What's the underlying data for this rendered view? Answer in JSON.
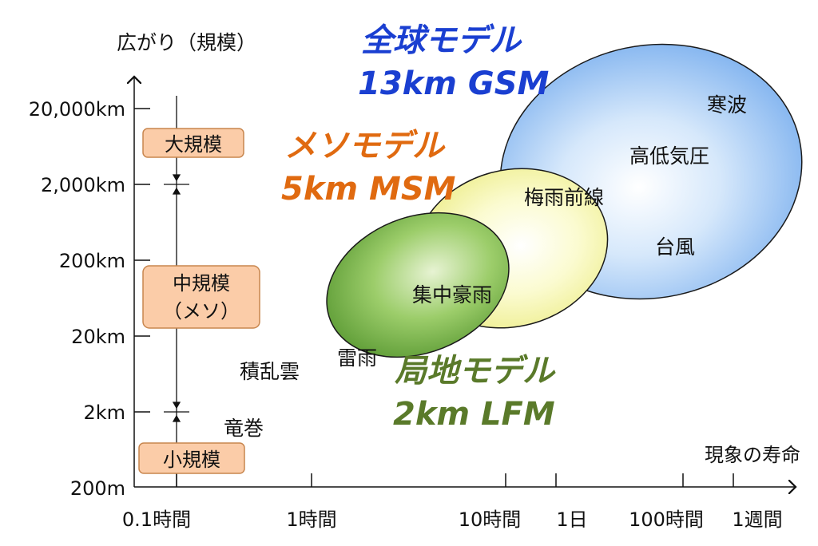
{
  "axes": {
    "y_label": "広がり（規模）",
    "x_label": "現象の寿命",
    "y_ticks": [
      "20,000km",
      "2,000km",
      "200km",
      "20km",
      "2km",
      "200m"
    ],
    "x_ticks": [
      "0.1時間",
      "1時間",
      "10時間",
      "1日",
      "100時間",
      "1週間"
    ]
  },
  "scale_boxes": {
    "large": "大規模",
    "meso_line1": "中規模",
    "meso_line2": "（メソ）",
    "small": "小規模"
  },
  "models": {
    "gsm": {
      "name": "全球モデル",
      "spec": "13km GSM",
      "color": "#1a3fd1"
    },
    "msm": {
      "name": "メソモデル",
      "spec": "5km MSM",
      "color": "#e06a10"
    },
    "lfm": {
      "name": "局地モデル",
      "spec": "2km LFM",
      "color": "#5a7a2a"
    }
  },
  "phenomena": {
    "cold_wave": "寒波",
    "anticyclone": "高低気圧",
    "baiu_front": "梅雨前線",
    "typhoon": "台風",
    "heavy_rain": "集中豪雨",
    "thunderstorm": "雷雨",
    "cumulonimbus": "積乱雲",
    "tornado": "竜巻"
  },
  "colors": {
    "scale_box_fill": "#fbcca8",
    "scale_box_stroke": "#c8864e"
  }
}
